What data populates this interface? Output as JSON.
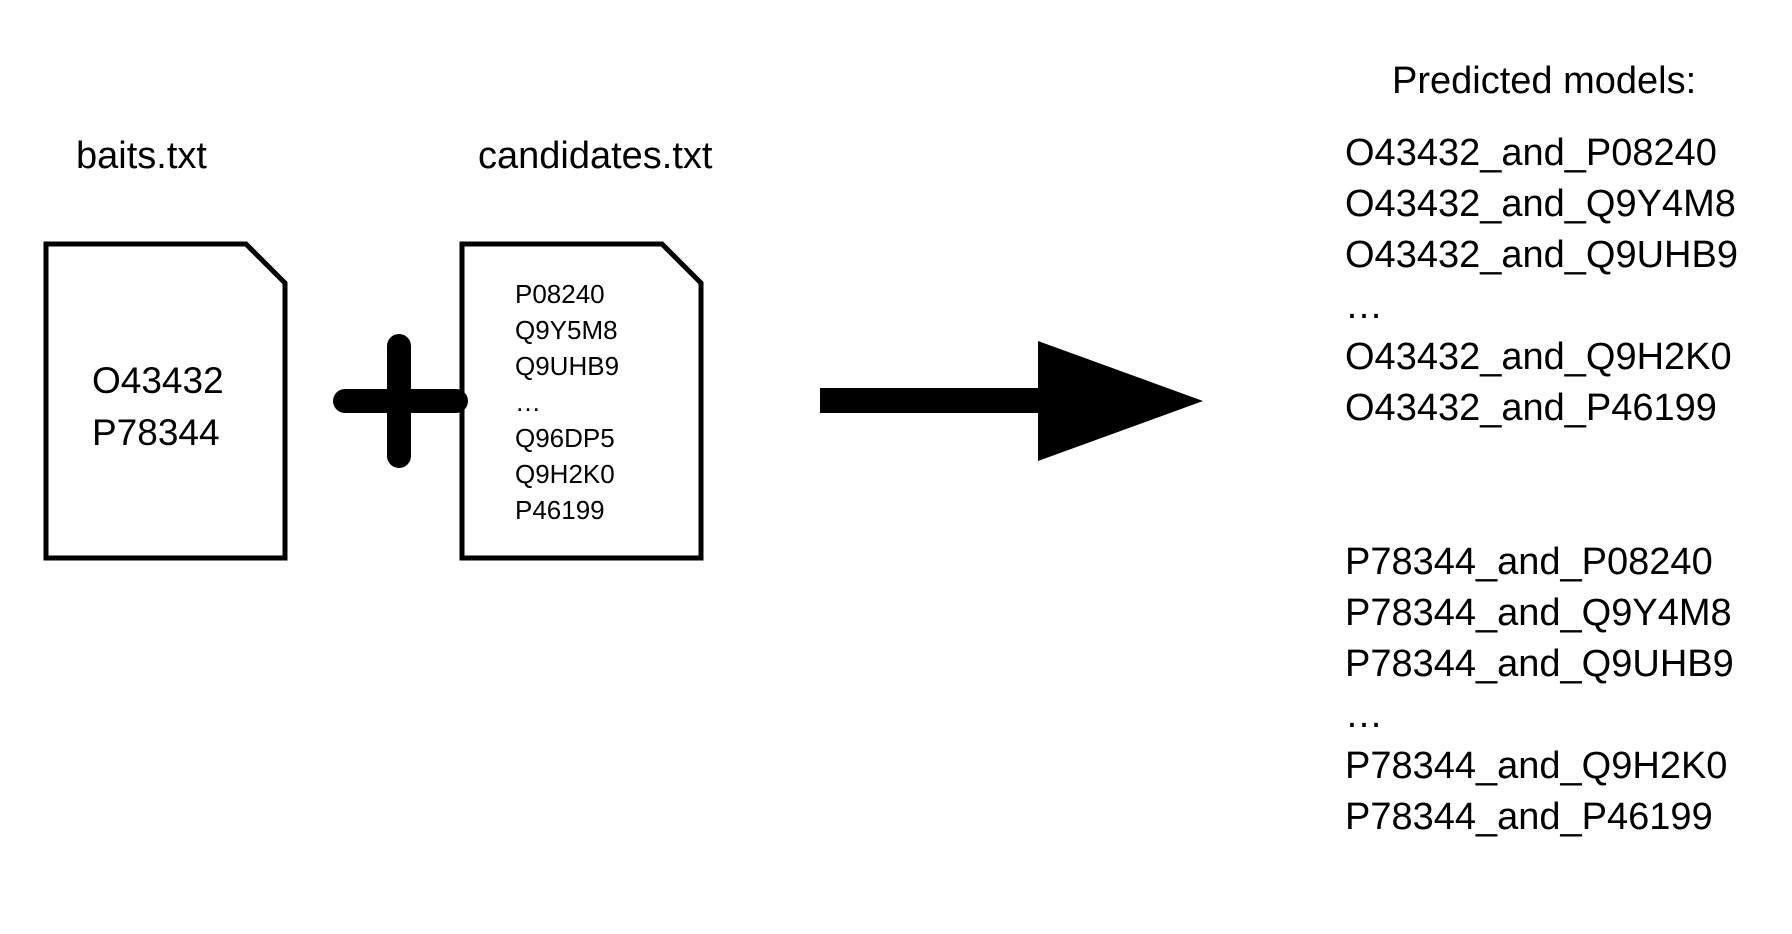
{
  "baits_file": {
    "filename": "baits.txt",
    "lines": [
      "O43432",
      "P78344"
    ]
  },
  "candidates_file": {
    "filename": "candidates.txt",
    "lines": [
      "P08240",
      "Q9Y5M8",
      "Q9UHB9",
      "…",
      "Q96DP5",
      "Q9H2K0",
      "P46199"
    ]
  },
  "predicted": {
    "title": "Predicted models:",
    "group1": [
      "O43432_and_P08240",
      "O43432_and_Q9Y4M8",
      "O43432_and_Q9UHB9",
      "…",
      "O43432_and_Q9H2K0",
      "O43432_and_P46199"
    ],
    "group2": [
      "P78344_and_P08240",
      "P78344_and_Q9Y4M8",
      "P78344_and_Q9UHB9",
      "…",
      "P78344_and_Q9H2K0",
      "P78344_and_P46199"
    ]
  },
  "icons": {
    "plus": "plus-icon",
    "arrow": "arrow-right-icon",
    "file": "file-icon"
  },
  "colors": {
    "stroke": "#000000",
    "background": "#ffffff"
  }
}
